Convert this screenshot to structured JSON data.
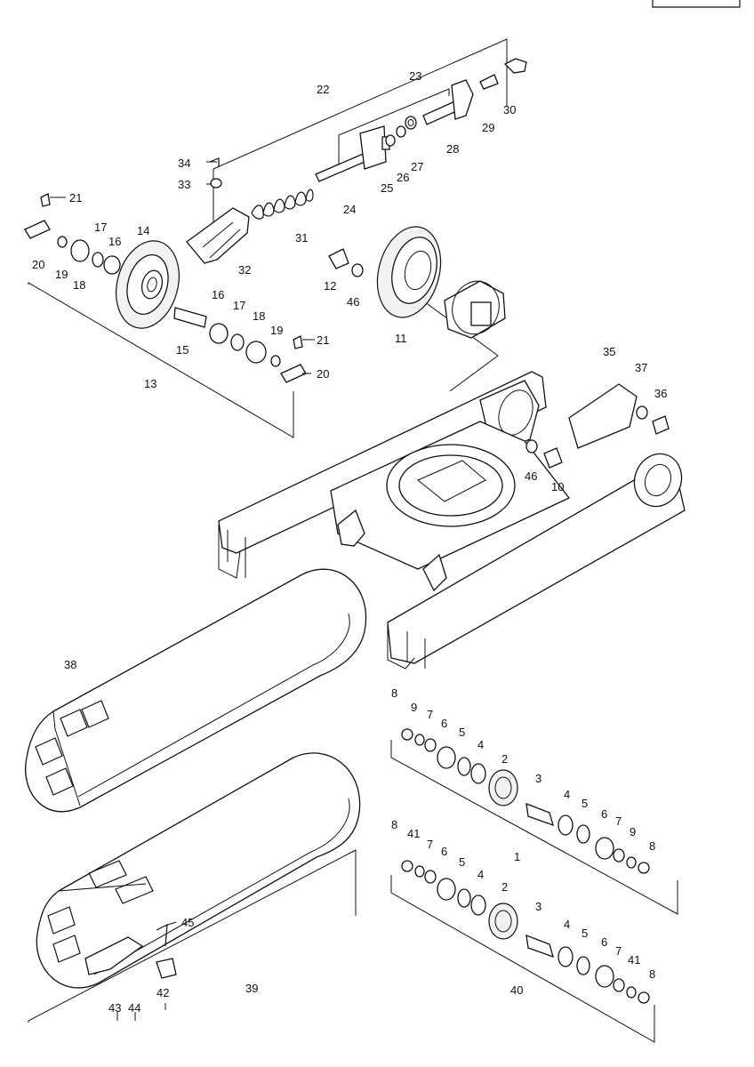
{
  "page_tag": "",
  "labels": {
    "p1": "1",
    "p2a": "2",
    "p2b": "2",
    "p3a": "3",
    "p3b": "3",
    "p4a": "4",
    "p4b": "4",
    "p4c": "4",
    "p4d": "4",
    "p5a": "5",
    "p5b": "5",
    "p5c": "5",
    "p5d": "5",
    "p6a": "6",
    "p6b": "6",
    "p6c": "6",
    "p6d": "6",
    "p7a": "7",
    "p7b": "7",
    "p7c": "7",
    "p7d": "7",
    "p8a": "8",
    "p8b": "8",
    "p8c": "8",
    "p8d": "8",
    "p9a": "9",
    "p9b": "9",
    "p10": "10",
    "p11": "11",
    "p12": "12",
    "p13": "13",
    "p14": "14",
    "p15": "15",
    "p16a": "16",
    "p16b": "16",
    "p17a": "17",
    "p17b": "17",
    "p18a": "18",
    "p18b": "18",
    "p19a": "19",
    "p19b": "19",
    "p20a": "20",
    "p20b": "20",
    "p21a": "21",
    "p21b": "21",
    "p22": "22",
    "p23": "23",
    "p24": "24",
    "p25": "25",
    "p26": "26",
    "p27": "27",
    "p28": "28",
    "p29": "29",
    "p30": "30",
    "p31": "31",
    "p32": "32",
    "p33": "33",
    "p34": "34",
    "p35": "35",
    "p36": "36",
    "p37": "37",
    "p38": "38",
    "p39": "39",
    "p40": "40",
    "p41a": "41",
    "p41b": "41",
    "p42": "42",
    "p43": "43",
    "p44": "44",
    "p45": "45",
    "p46a": "46",
    "p46b": "46"
  }
}
